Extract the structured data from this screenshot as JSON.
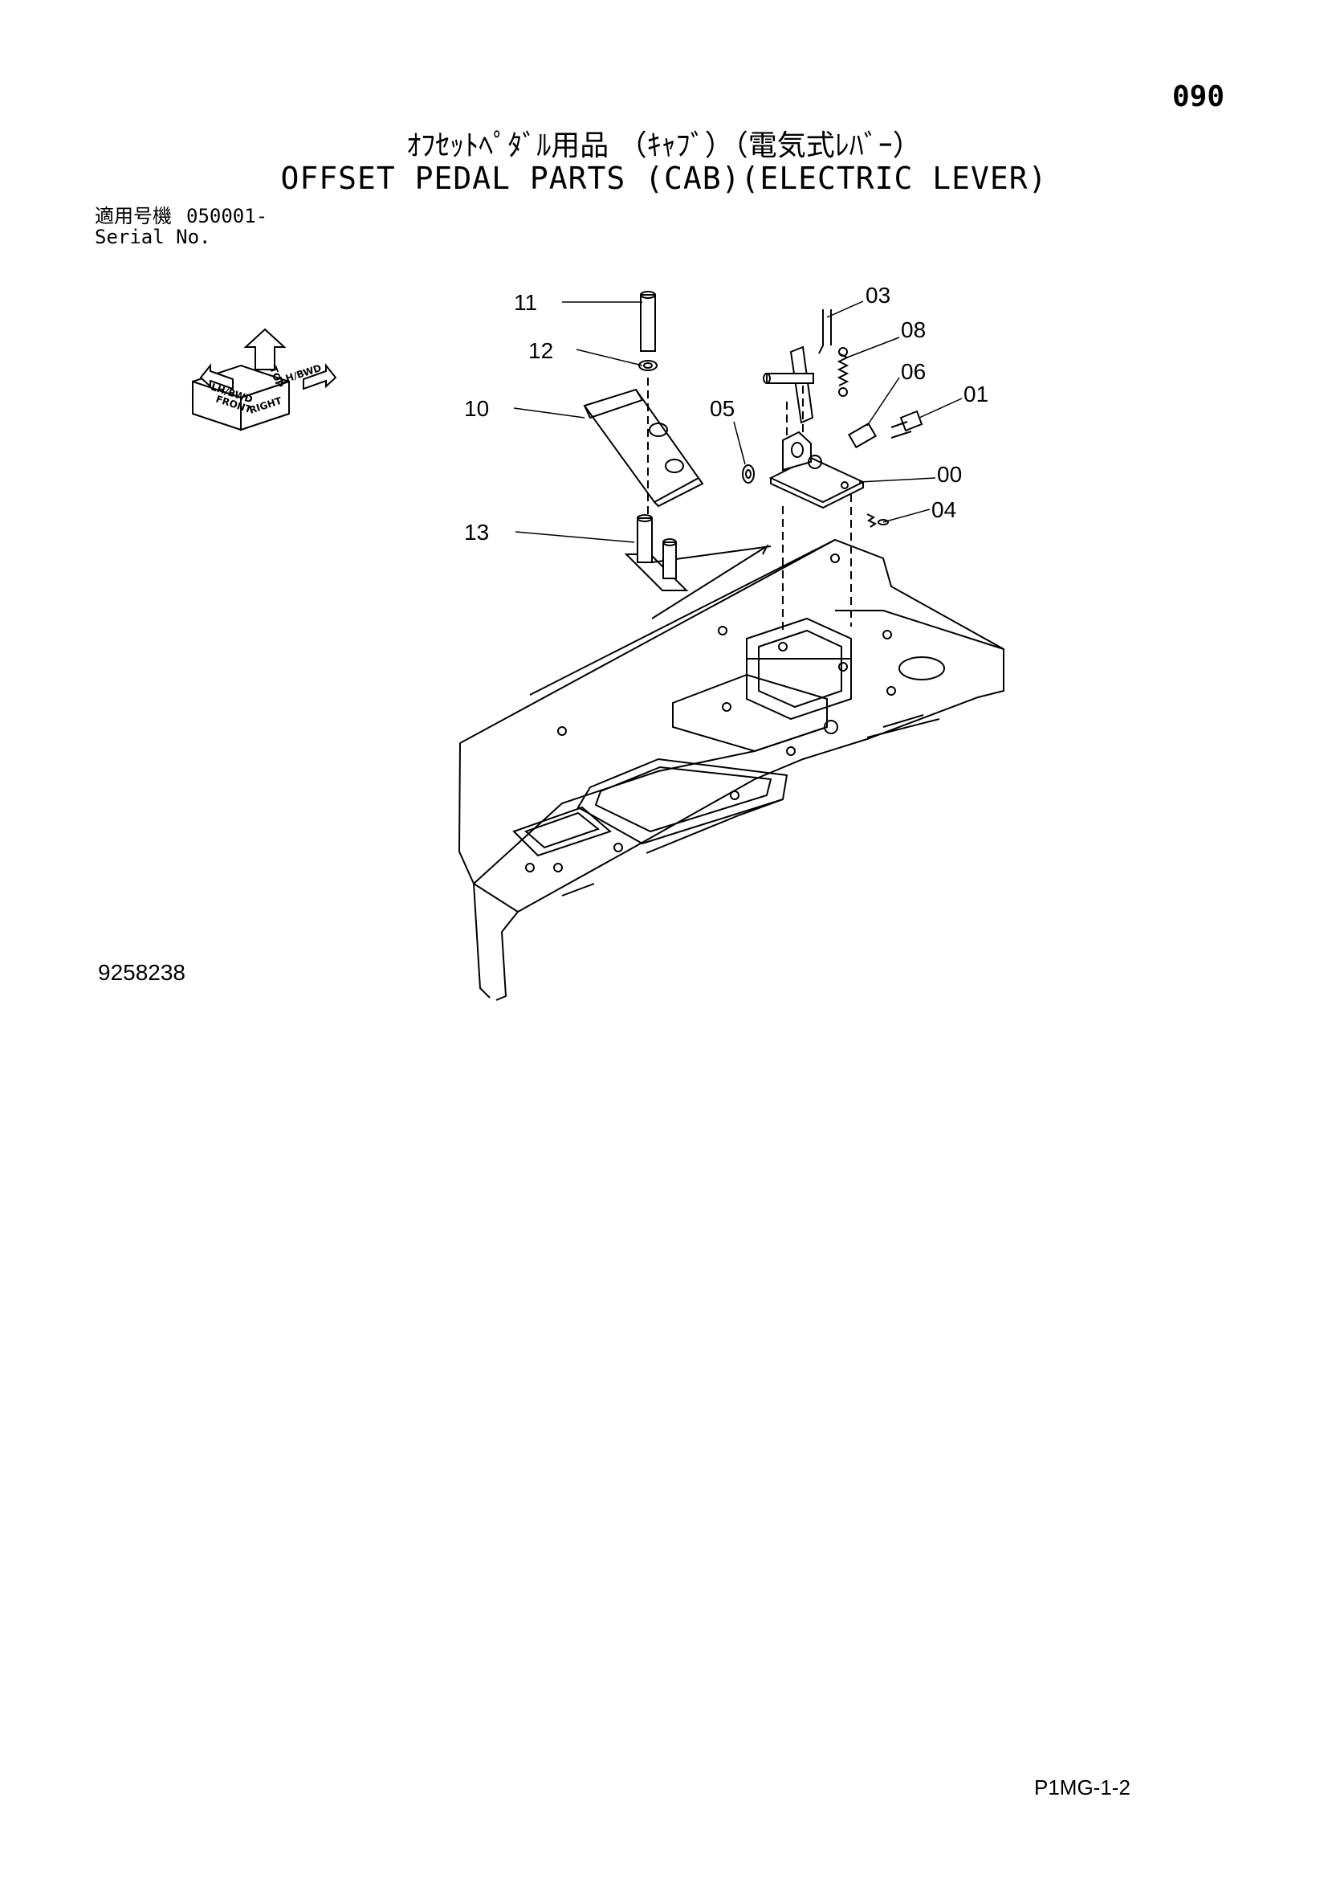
{
  "header": {
    "page_number": "090",
    "title_jp": "ｵﾌｾｯﾄﾍﾟﾀﾞﾙ用品 （ｷｬﾌﾞ）（電気式ﾚﾊﾞｰ）",
    "title_en": "OFFSET PEDAL PARTS (CAB)(ELECTRIC LEVER)"
  },
  "serial": {
    "label_jp": "適用号機",
    "range": "050001-",
    "label_en": "Serial No."
  },
  "orientation_marker": {
    "top": "TOP",
    "front": "FRONT",
    "right": "RIGHT",
    "inner_left": "LH/BWD",
    "inner_right": "LH/BWD"
  },
  "callouts": [
    "11",
    "12",
    "10",
    "13",
    "03",
    "08",
    "06",
    "01",
    "05",
    "00",
    "04"
  ],
  "footer": {
    "drawing_id": "9258238",
    "page_code": "P1MG-1-2"
  }
}
